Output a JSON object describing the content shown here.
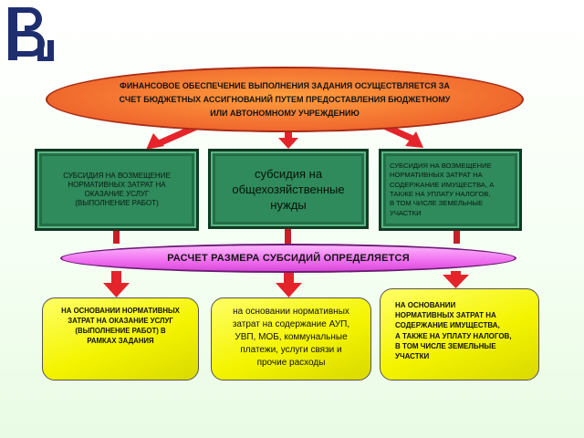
{
  "top_ellipse": {
    "lines": [
      "ФИНАНСОВОЕ ОБЕСПЕЧЕНИЕ ВЫПОЛНЕНИЯ ЗАДАНИЯ ОСУЩЕСТВЛЯЕТСЯ ЗА",
      "СЧЕТ БЮДЖЕТНЫХ АССИГНОВАНИЙ ПУТЕМ ПРЕДОСТАВЛЕНИЯ БЮДЖЕТНОМУ",
      "ИЛИ АВТОНОМНОМУ УЧРЕЖДЕНИЮ"
    ]
  },
  "subsidy_boxes": [
    {
      "lines": [
        "СУБСИДИЯ НА ВОЗМЕЩЕНИЕ",
        "НОРМАТИВНЫХ ЗАТРАТ НА",
        "ОКАЗАНИЕ УСЛУГ",
        "(ВЫПОЛНЕНИЕ РАБОТ)"
      ]
    },
    {
      "lines": [
        "субсидия на",
        "общехозяйственные",
        "нужды"
      ]
    },
    {
      "lines": [
        "СУБСИДИЯ НА ВОЗМЕЩЕНИЕ",
        "НОРМАТИВНЫХ ЗАТРАТ НА",
        "СОДЕРЖАНИЕ ИМУЩЕСТВА, А",
        "ТАКЖЕ НА УПЛАТУ НАЛОГОВ,",
        "В ТОМ ЧИСЛЕ ЗЕМЕЛЬНЫЕ",
        "УЧАСТКИ"
      ]
    }
  ],
  "middle_ellipse": {
    "text": "РАСЧЕТ РАЗМЕРА СУБСИДИЙ ОПРЕДЕЛЯЕТСЯ"
  },
  "basis_boxes": [
    {
      "lines": [
        "НА ОСНОВАНИИ НОРМАТИВНЫХ",
        "ЗАТРАТ НА ОКАЗАНИЕ УСЛУГ",
        "(ВЫПОЛНЕНИЕ РАБОТ) В",
        "РАМКАХ ЗАДАНИЯ"
      ]
    },
    {
      "lines": [
        "на основании нормативных",
        "затрат на содержание АУП,",
        "УВП, МОБ, коммунальные",
        "платежи, услуги связи и",
        "прочие расходы"
      ]
    },
    {
      "lines": [
        "НА ОСНОВАНИИ",
        "НОРМАТИВНЫХ ЗАТРАТ НА",
        "СОДЕРЖАНИЕ ИМУЩЕСТВА,",
        "А ТАКЖЕ НА УПЛАТУ НАЛОГОВ,",
        "В ТОМ ЧИСЛЕ ЗЕМЕЛЬНЫЕ",
        "УЧАСТКИ"
      ]
    }
  ],
  "colors": {
    "top_ellipse": "#f0682e",
    "green_box": "#2f8a5c",
    "pink_ellipse": "#f06ff0",
    "yellow_box": "#f4f400",
    "arrow_red": "#e4242a",
    "logo_navy": "#1f2e6e"
  }
}
